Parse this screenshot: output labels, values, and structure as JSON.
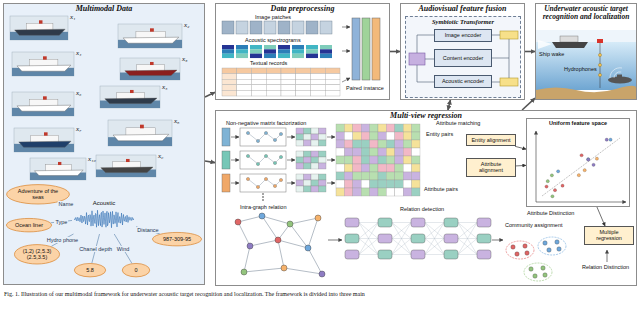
{
  "diagram": {
    "caption": "Fig. 1. Illustration of our multimodal framework for underwater acoustic target recognition and localization. The framework is divided into three main",
    "nodes": [
      {
        "text": [
          "Multimodal Data"
        ]
      },
      {
        "text": [
          "Acoustic"
        ],
        "in": 0
      },
      {
        "text": [
          "Adventure of the seas"
        ],
        "in": 0
      },
      {
        "text": [
          "Ocean liner"
        ],
        "in": 0
      },
      {
        "text": [
          "(1,2) (2,5.3) (2.5,3.5)"
        ],
        "in": 0
      },
      {
        "text": [
          "5.8"
        ],
        "in": 0
      },
      {
        "text": [
          "0"
        ],
        "in": 0
      },
      {
        "text": [
          "987-309-95"
        ],
        "in": 0
      },
      {
        "text": [
          "Data preprocessing"
        ]
      },
      {
        "text": [
          "Audiovisual feature fusion"
        ]
      },
      {
        "text": [
          "Symbiotic Transformer"
        ],
        "in": 9
      },
      {
        "text": [
          "Image encoder"
        ],
        "in": 10
      },
      {
        "text": [
          "Content encoder"
        ],
        "in": 10
      },
      {
        "text": [
          "Acoustic encoder"
        ],
        "in": 10
      },
      {
        "text": [
          "Underwater acoustic target recognition and localization"
        ]
      },
      {
        "text": [
          "Multi-view regression"
        ]
      },
      {
        "text": [
          "Entity alignment"
        ],
        "in": 15
      },
      {
        "text": [
          "Attribute alignment"
        ],
        "in": 15
      },
      {
        "text": [
          "Uniform feature space"
        ],
        "in": 15
      },
      {
        "text": [
          "Multiple regression"
        ],
        "in": 15
      }
    ],
    "edges": [
      {
        "from": 1,
        "to": 2,
        "label": "Name",
        "arrow": "none"
      },
      {
        "from": 1,
        "to": 3,
        "label": "Type",
        "arrow": "none"
      },
      {
        "from": 1,
        "to": 4,
        "label": "Hydro phone",
        "arrow": "none"
      },
      {
        "from": 1,
        "to": 5,
        "label": "Chanel depth",
        "arrow": "none"
      },
      {
        "from": 1,
        "to": 6,
        "label": "Wind",
        "arrow": "none"
      },
      {
        "from": 1,
        "to": 7,
        "label": "Distance",
        "arrow": "none"
      },
      {
        "from": 0,
        "to": 8,
        "arrow": "to"
      },
      {
        "from": 8,
        "to": 9,
        "arrow": "to"
      },
      {
        "from": 9,
        "to": 14,
        "arrow": "to"
      },
      {
        "from": 9,
        "to": 15,
        "arrow": "both"
      },
      {
        "from": 15,
        "to": 14,
        "arrow": "to"
      },
      {
        "from": 0,
        "to": 15,
        "arrow": "to"
      },
      {
        "from": 16,
        "to": 18,
        "arrow": "to"
      },
      {
        "from": 17,
        "to": 18,
        "arrow": "to"
      },
      {
        "from": 18,
        "to": 19,
        "arrow": "to"
      }
    ],
    "labels": [
      "x₁",
      "x₂",
      "x₃",
      "x₄",
      "x₅",
      "x₆",
      "x₇",
      "x₈",
      "x₉",
      "x₁₀",
      "Image patches",
      "Acoustic spectrograms",
      "Textual records",
      "Paired instance",
      "Ship wake",
      "Hydrophones",
      "Non-negative matrix factorization",
      "Attribute matching",
      "Entity pairs",
      "Attribute pairs",
      "Attribute Distinction",
      "Relation detection",
      "Intra-graph relation",
      "Community assignment",
      "Relation Distinction"
    ]
  }
}
